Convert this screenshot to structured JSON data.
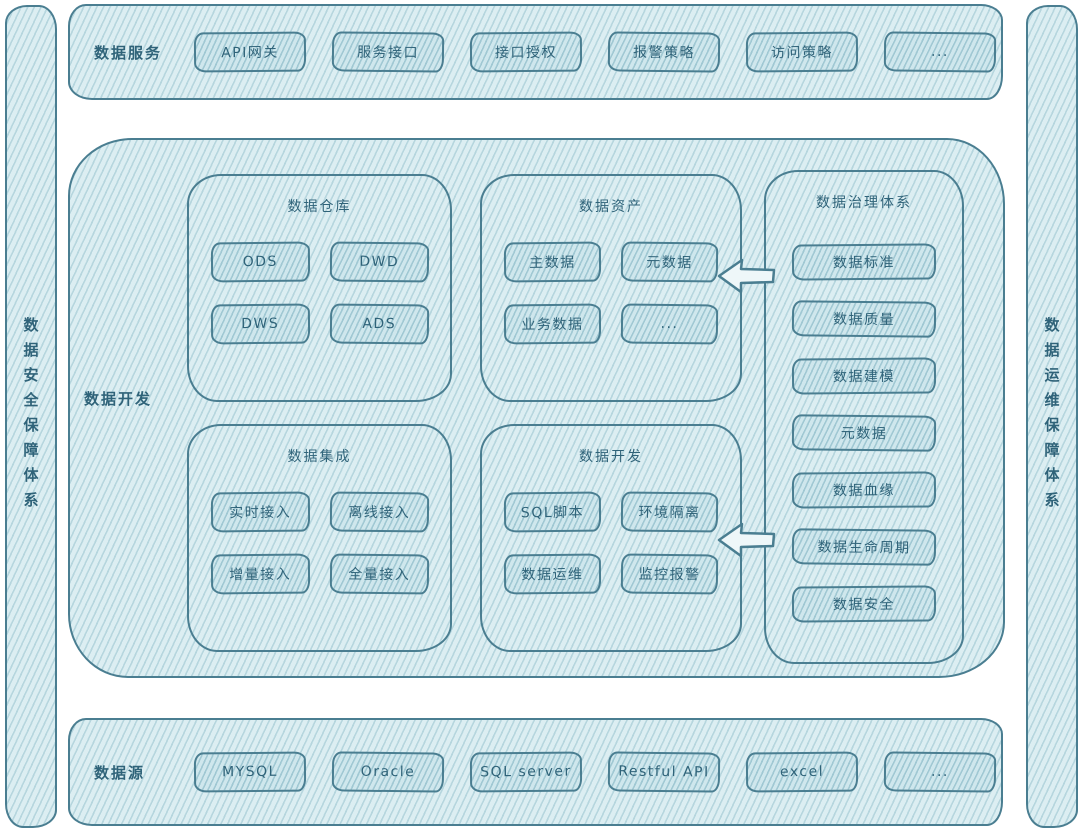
{
  "pillars": {
    "left": "数据安全保障体系",
    "right": "数据运维保障体系"
  },
  "top_bar": {
    "label": "数据服务",
    "items": [
      "API网关",
      "服务接口",
      "接口授权",
      "报警策略",
      "访问策略",
      "..."
    ]
  },
  "middle": {
    "label": "数据开发",
    "groups": {
      "warehouse": {
        "title": "数据仓库",
        "items": [
          "ODS",
          "DWD",
          "DWS",
          "ADS"
        ]
      },
      "assets": {
        "title": "数据资产",
        "items": [
          "主数据",
          "元数据",
          "业务数据",
          "..."
        ]
      },
      "governance": {
        "title": "数据治理体系",
        "items": [
          "数据标准",
          "数据质量",
          "数据建模",
          "元数据",
          "数据血缘",
          "数据生命周期",
          "数据安全"
        ]
      },
      "integration": {
        "title": "数据集成",
        "items": [
          "实时接入",
          "离线接入",
          "增量接入",
          "全量接入"
        ]
      },
      "development": {
        "title": "数据开发",
        "items": [
          "SQL脚本",
          "环境隔离",
          "数据运维",
          "监控报警"
        ]
      }
    }
  },
  "bottom_bar": {
    "label": "数据源",
    "items": [
      "MYSQL",
      "Oracle",
      "SQL server",
      "Restful API",
      "excel",
      "..."
    ]
  },
  "colors": {
    "stroke": "#4a7e91",
    "fill": "#dceef2",
    "text": "#2f6379"
  }
}
